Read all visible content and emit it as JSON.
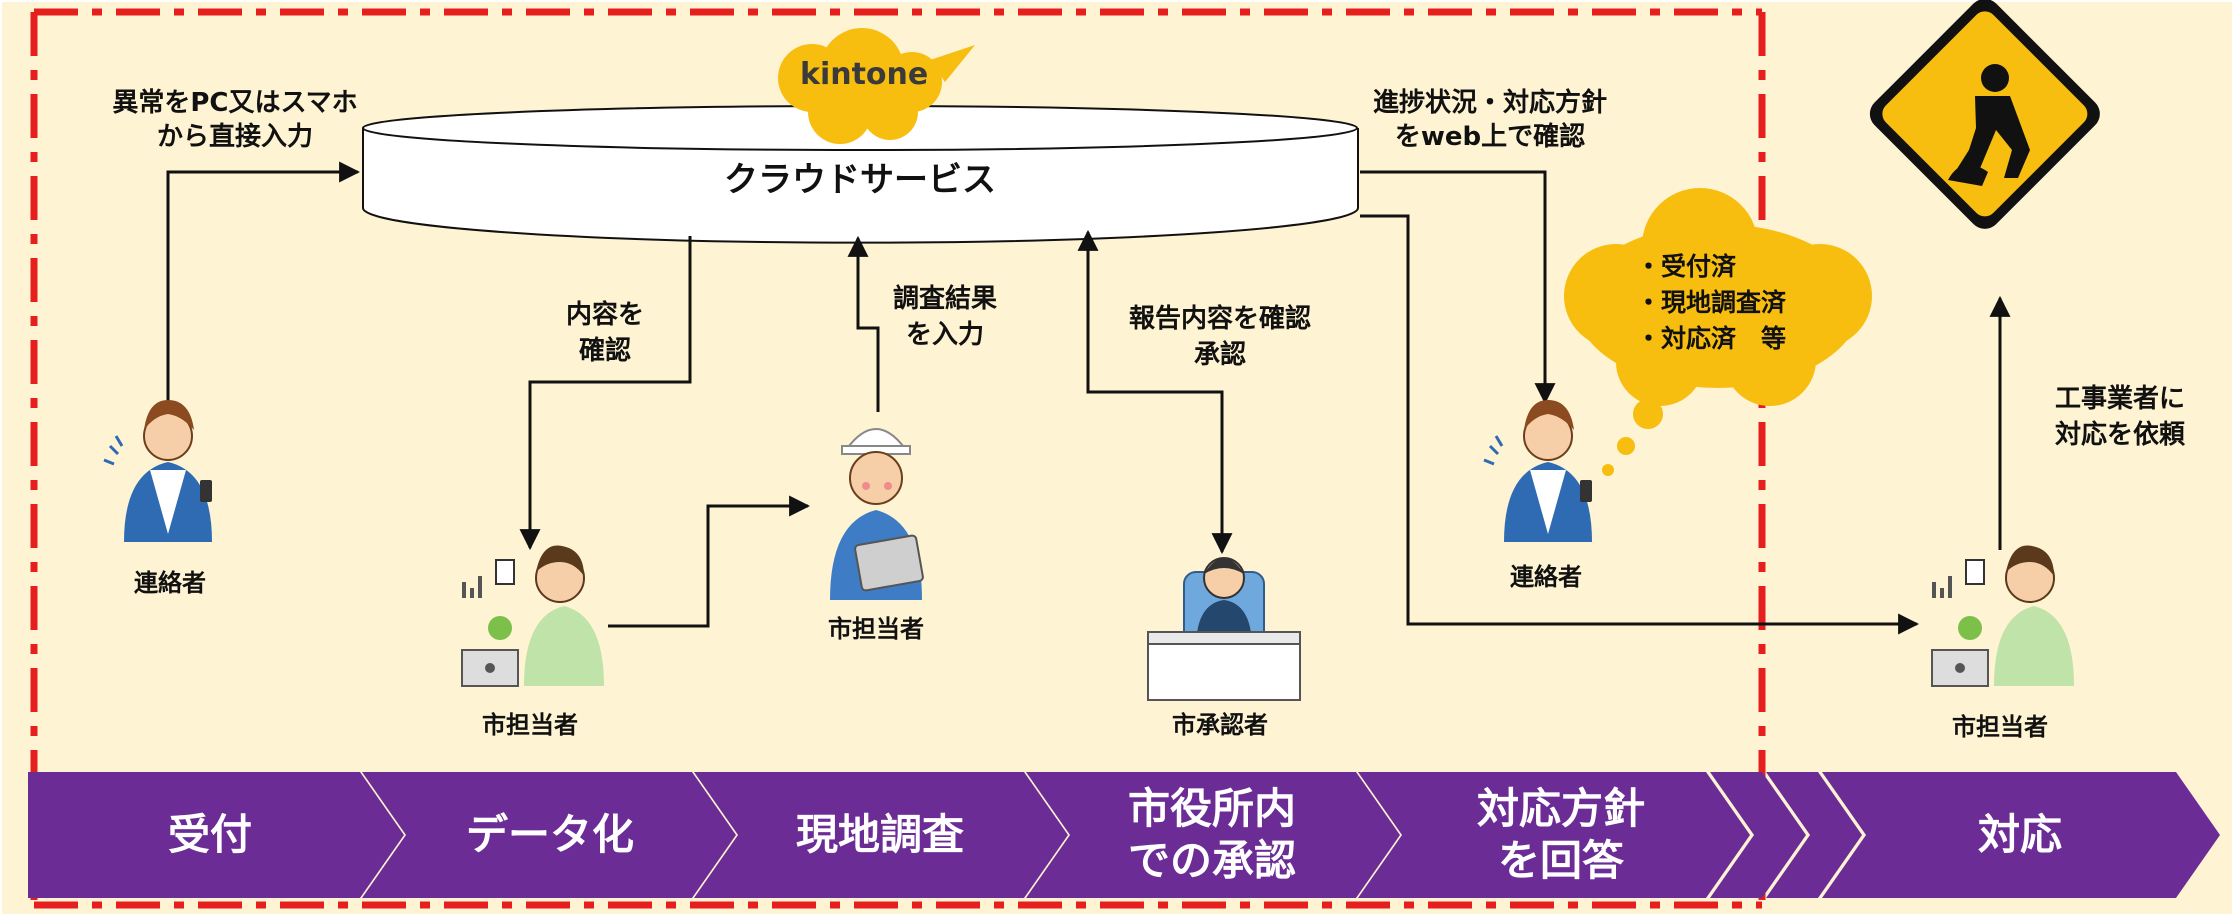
{
  "cloud": {
    "label": "クラウドサービス",
    "brand": "kintone",
    "brand_color": "#F7BD0F"
  },
  "colors": {
    "background": "#FEF3D3",
    "process_band": "#6C2C96",
    "boundary": "#E61E1E",
    "bubble": "#F7BD0F"
  },
  "labels": {
    "report_input_1": "異常をPC又はスマホ",
    "report_input_2": "から直接入力",
    "confirm_1": "内容を",
    "confirm_2": "確認",
    "survey_1": "調査結果",
    "survey_2": "を入力",
    "approve_1": "報告内容を確認",
    "approve_2": "承認",
    "progress_1": "進捗状況・対応方針",
    "progress_2": "をweb上で確認",
    "request_1": "工事業者に",
    "request_2": "対応を依頼"
  },
  "status_bubble": {
    "items": [
      "・受付済",
      "・現地調査済",
      "・対応済　等"
    ]
  },
  "roles": {
    "reporter_left": "連絡者",
    "staff_data": "市担当者",
    "staff_survey": "市担当者",
    "approver": "市承認者",
    "reporter_right": "連絡者",
    "staff_response": "市担当者"
  },
  "stages": [
    {
      "line1": "受付",
      "line2": ""
    },
    {
      "line1": "データ化",
      "line2": ""
    },
    {
      "line1": "現地調査",
      "line2": ""
    },
    {
      "line1": "市役所内",
      "line2": "での承認"
    },
    {
      "line1": "対応方針",
      "line2": "を回答"
    },
    {
      "line1": "対応",
      "line2": ""
    }
  ]
}
